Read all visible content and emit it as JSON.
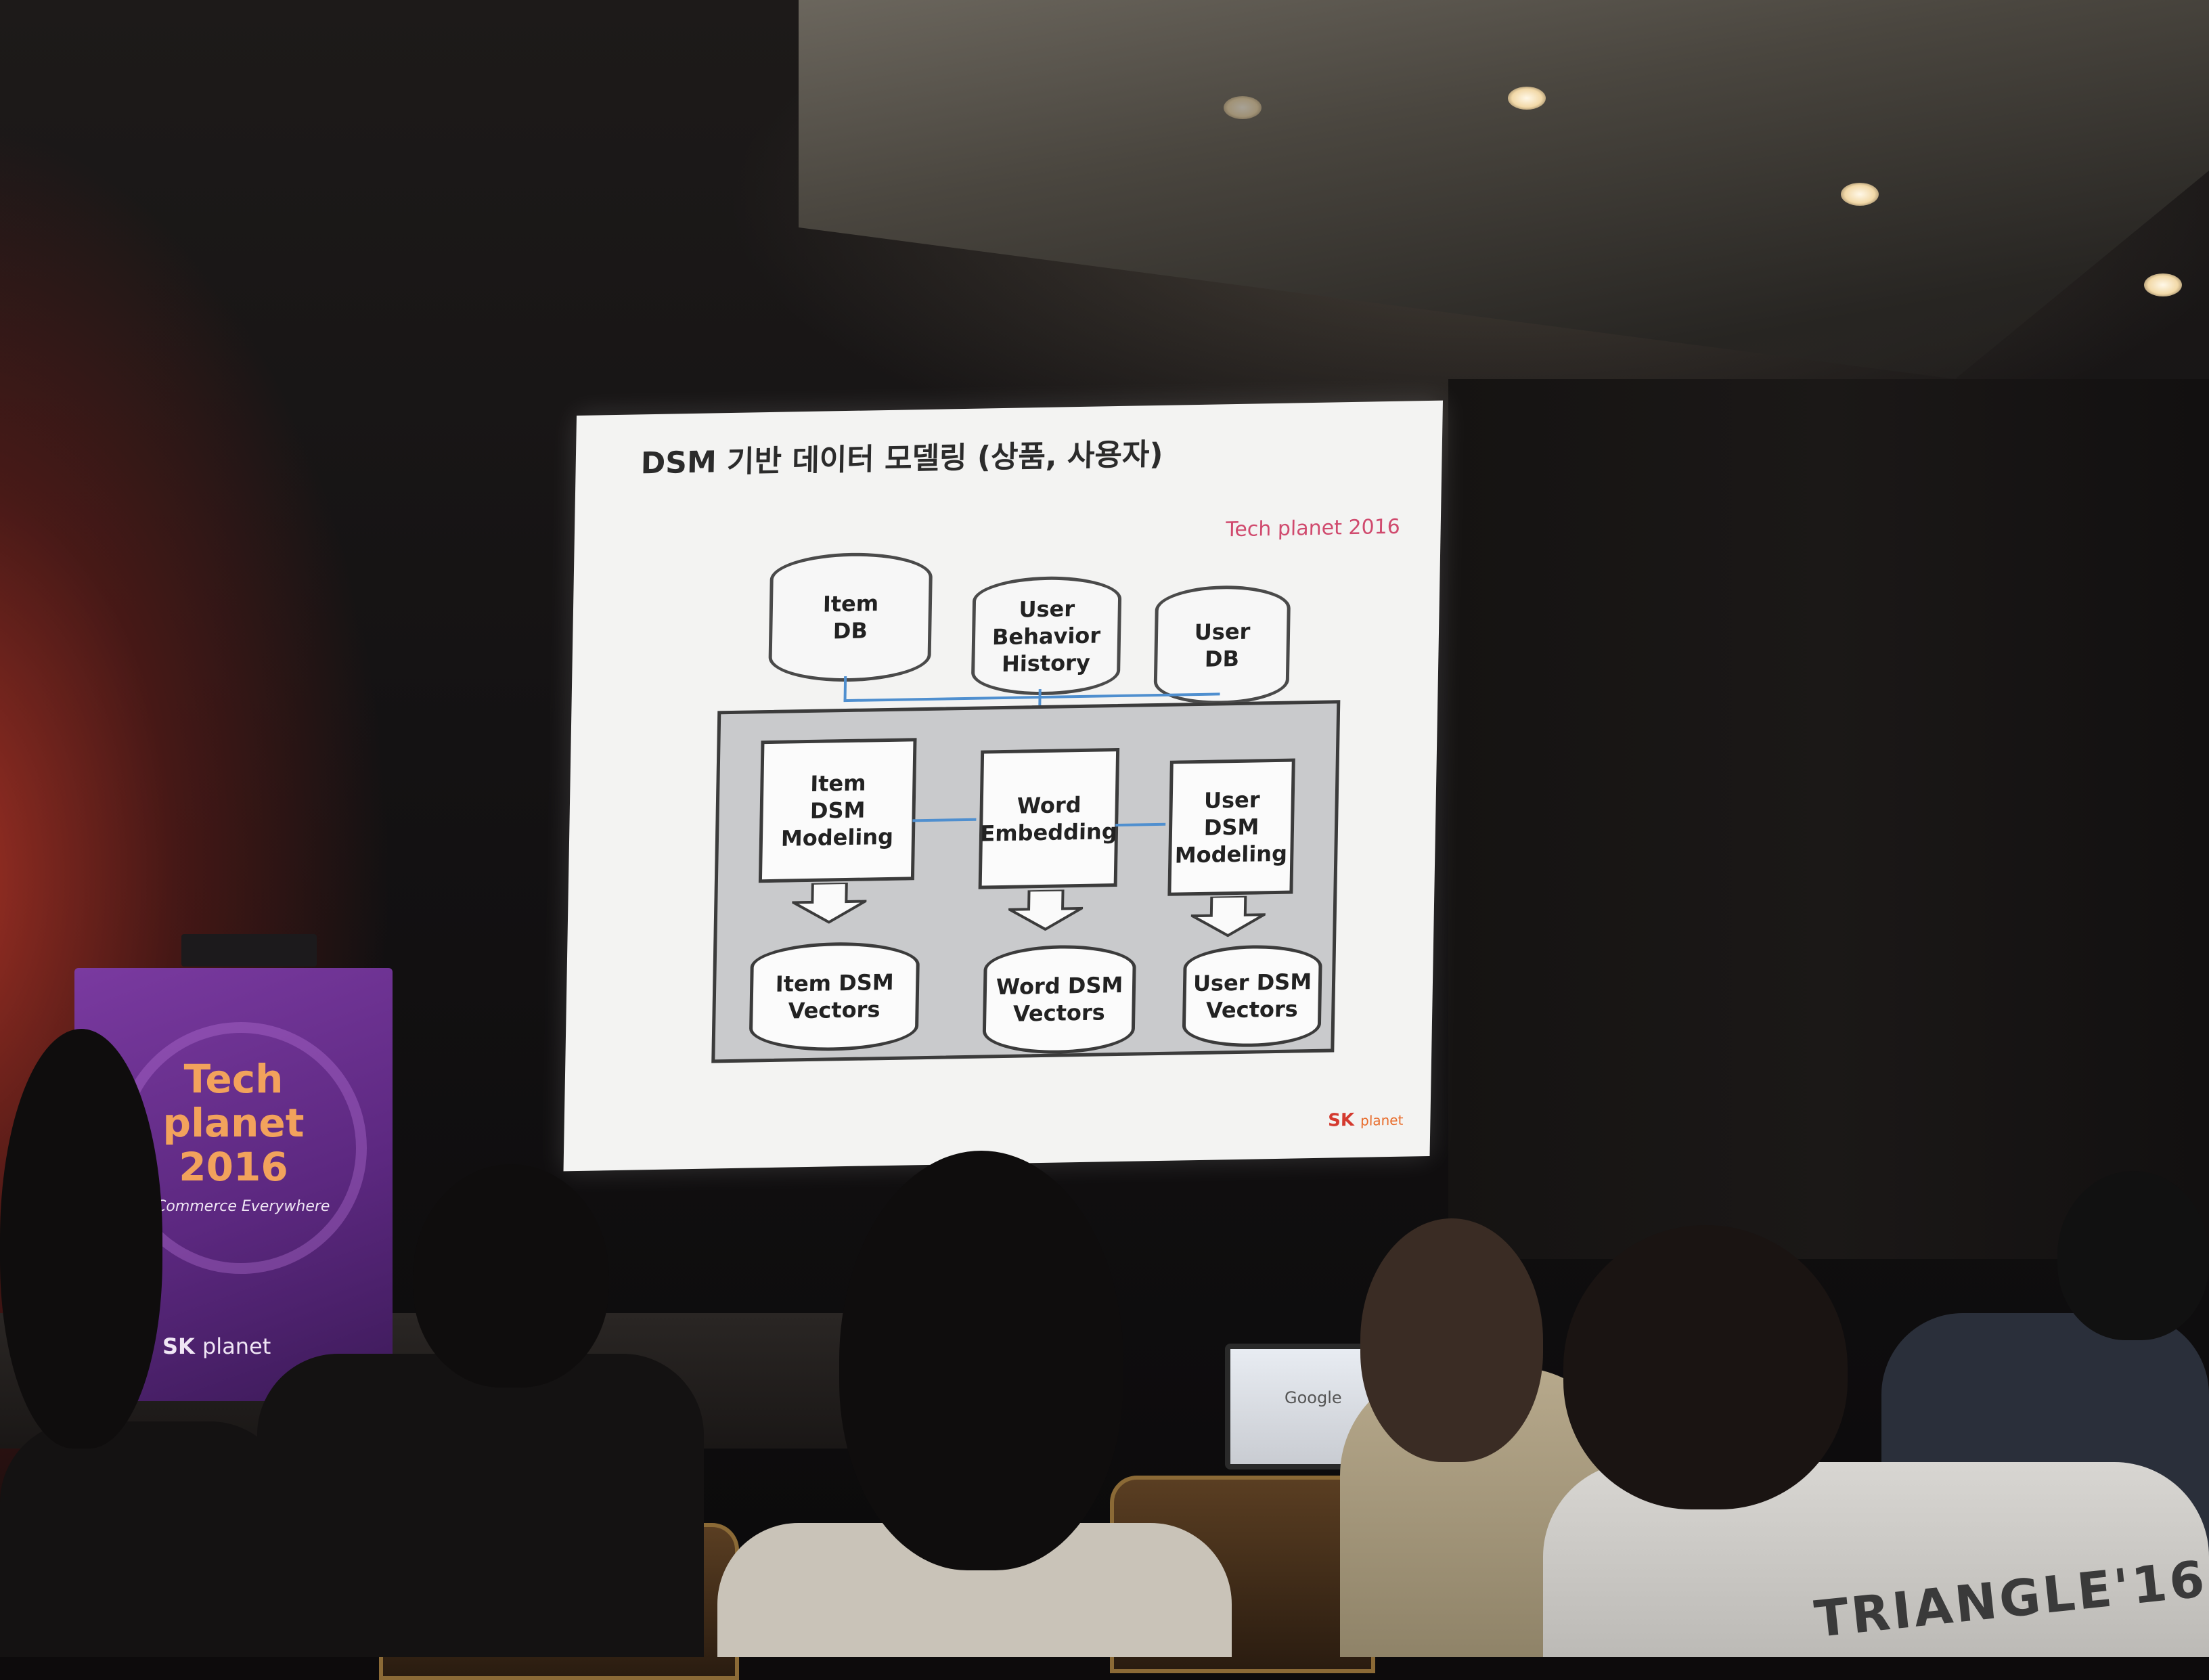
{
  "slide": {
    "title": "DSM 기반 데이터 모델링 (상품, 사용자)",
    "brand": "Tech planet 2016",
    "logo_main": "SK",
    "logo_sub": "planet",
    "sources": [
      {
        "label": "Item\nDB"
      },
      {
        "label": "User\nBehavior\nHistory"
      },
      {
        "label": "User\nDB"
      }
    ],
    "models": [
      {
        "label": "Item\nDSM\nModeling"
      },
      {
        "label": "Word\nEmbedding"
      },
      {
        "label": "User\nDSM\nModeling"
      }
    ],
    "outputs": [
      {
        "label": "Item DSM\nVectors"
      },
      {
        "label": "Word DSM\nVectors"
      },
      {
        "label": "User DSM\nVectors"
      }
    ]
  },
  "podium": {
    "line1": "Tech",
    "line2": "planet",
    "line3": "2016",
    "tagline": "Commerce Everywhere",
    "logo_main": "SK",
    "logo_sub": "planet"
  },
  "audience": {
    "shirt_text": "TRIANGLE'16",
    "laptop_text": "Google"
  },
  "colors": {
    "podium": "#5c2880",
    "podium_text": "#f2a25c",
    "brand_pink": "#d04a6e",
    "arrow_blue": "#4f8fcf"
  }
}
